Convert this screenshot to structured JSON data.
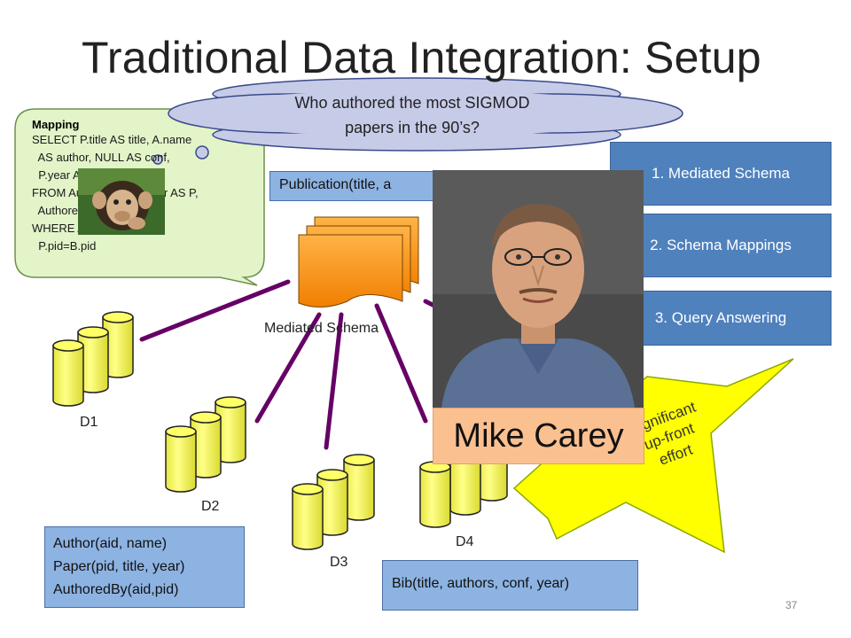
{
  "slide": {
    "title": "Traditional Data Integration: Setup",
    "number": "37"
  },
  "mapping": {
    "heading": "Mapping",
    "lines": [
      "SELECT P.title AS title, A.name",
      "  AS author, NULL AS conf,",
      "  P.year AS year",
      "FROM Author AS A, Paper AS P,",
      "  AuthoredBy AS B",
      "WHERE A.aid=B.aid AND",
      "  P.pid=B.pid"
    ]
  },
  "query_bubble": {
    "lines": [
      "Who authored the most SIGMOD",
      "papers in the 90’s?"
    ]
  },
  "mediated": {
    "schema_box": "Publication(title, a",
    "label": "Mediated Schema"
  },
  "steps": [
    {
      "label": "1. Mediated Schema"
    },
    {
      "label": "2. Schema Mappings"
    },
    {
      "label": "3. Query Answering"
    }
  ],
  "sources": {
    "d1": "D1",
    "d2": "D2",
    "d3": "D3",
    "d4": "D4"
  },
  "source_schema_left": {
    "lines": [
      "Author(aid, name)",
      "Paper(pid, title, year)",
      "AuthoredBy(aid,pid)"
    ]
  },
  "source_schema_bottom": "Bib(title, authors, conf, year)",
  "star": {
    "lines": [
      "Significant",
      "up-front",
      "effort"
    ]
  },
  "person": {
    "name": "Mike Carey"
  },
  "colors": {
    "line_purple": "#660066",
    "cylinder_fill": "#ffff66",
    "star_fill": "#ffff00",
    "step_blue": "#4f81bd",
    "box_blue": "#8db3e2",
    "bubble_green": "#e2f4c8",
    "cloud_lavender": "#c6cbe8",
    "name_orange": "#fac090",
    "stack_orange": "#ff9933"
  },
  "icons": [
    "monkey-thinking-icon",
    "person-photo",
    "database-cylinder-icon"
  ]
}
